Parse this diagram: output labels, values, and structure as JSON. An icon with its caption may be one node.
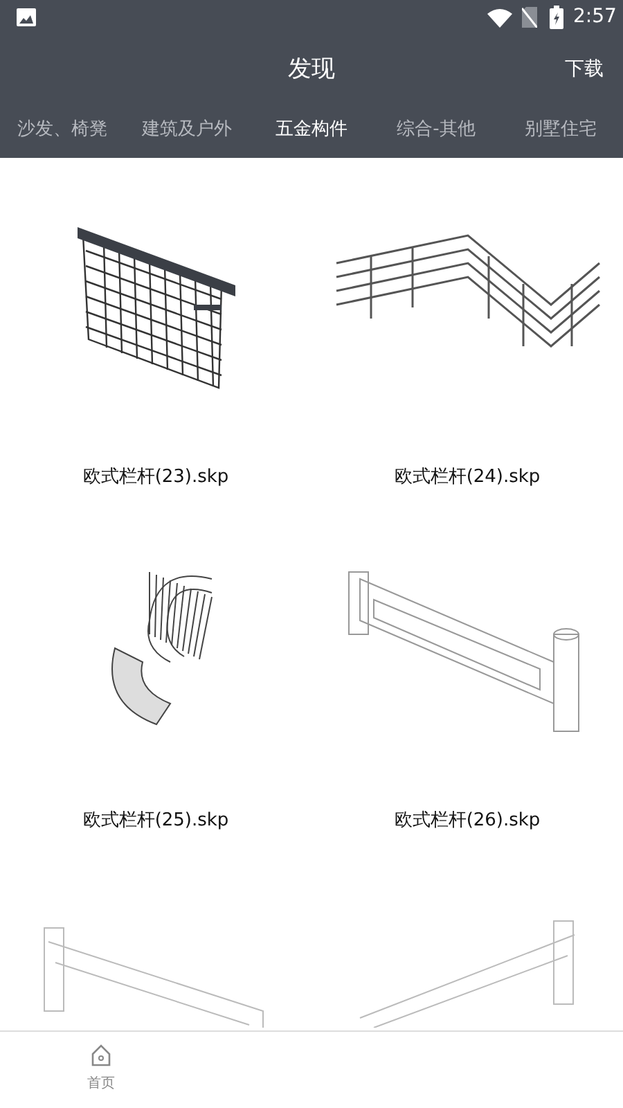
{
  "diagram": {
    "title": "发现",
    "labels": [
      "2:57",
      "下载",
      "沙发、椅凳",
      "建筑及户外",
      "五金构件",
      "综合-其他",
      "别墅住宅",
      "欧式栏杆(23).skp",
      "欧式栏杆(24).skp",
      "欧式栏杆(25).skp",
      "欧式栏杆(26).skp",
      "首页"
    ]
  }
}
